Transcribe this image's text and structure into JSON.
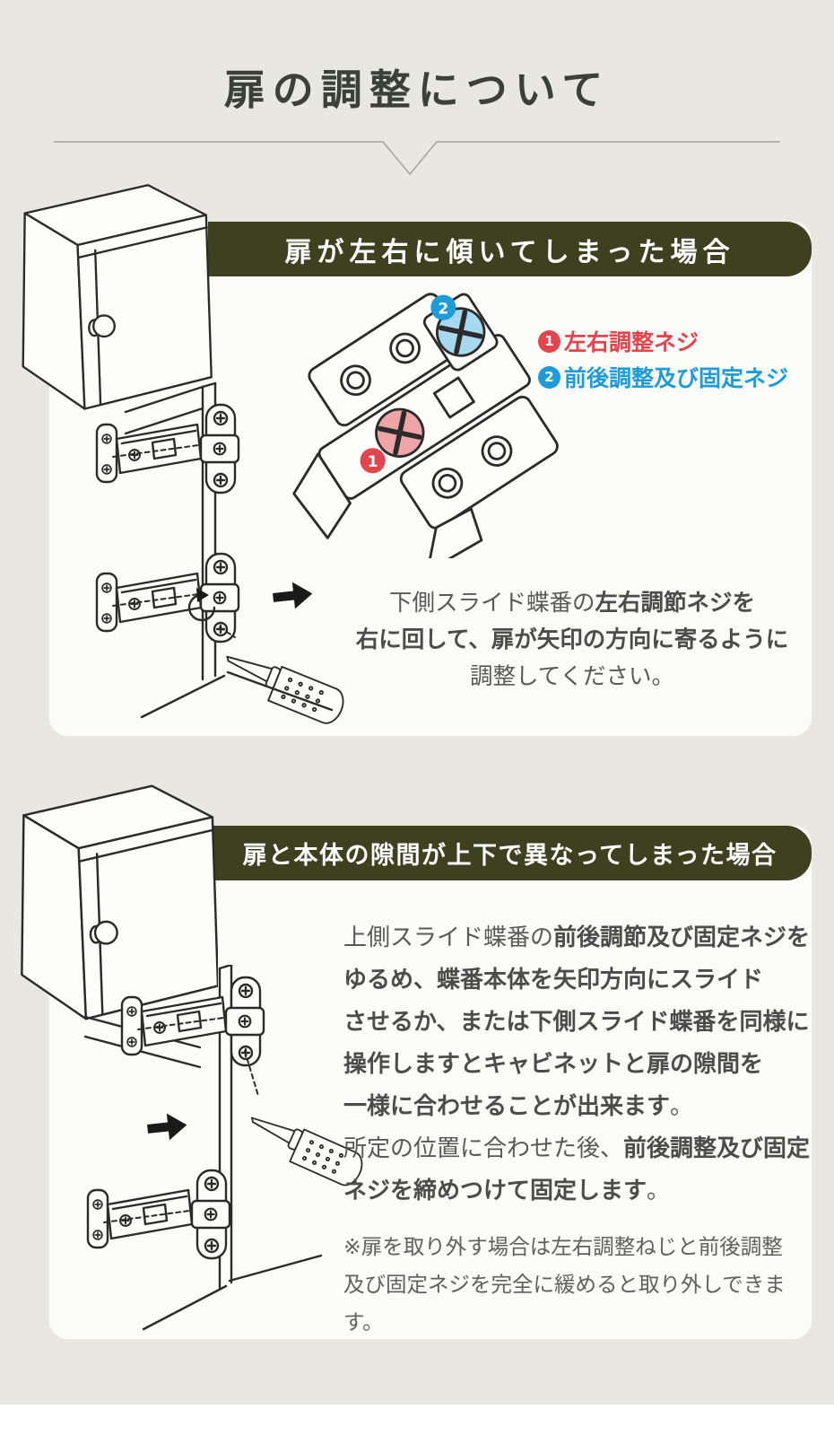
{
  "page": {
    "title": "扉の調整について",
    "bg_color": "#e8e7e1",
    "card_color": "#fbfbf8",
    "banner_color": "#3d411f"
  },
  "colors": {
    "red": "#e2454d",
    "red_light": "#efa4a8",
    "blue": "#1f9cd8",
    "blue_light": "#a6d8f0",
    "line": "#2b2b2b",
    "text": "#595959"
  },
  "section1": {
    "banner": "扉が左右に傾いてしまった場合",
    "legend": {
      "item1_num": "1",
      "item1_label": "左右調整ネジ",
      "item2_num": "2",
      "item2_label": "前後調整及び固定ネジ"
    },
    "para": {
      "l1_normal": "下側スライド蝶番の",
      "l1_bold": "左右調節ネジを",
      "l2_bold": "右に回して、扉が矢印の方向に寄るように",
      "l3_normal": "調整してください。"
    }
  },
  "section2": {
    "banner": "扉と本体の隙間が上下で異なってしまった場合",
    "para": {
      "l1_normal": "上側スライド蝶番の",
      "l1_bold": "前後調節及び固定ネジを",
      "l2_bold": "ゆるめ、蝶番本体を矢印方向にスライド",
      "l3_bold": "させるか、または下側スライド蝶番を同様に",
      "l4_bold": "操作しますとキャビネットと扉の隙間を",
      "l5_bold": "一様に合わせることが出来ます",
      "l5_normal": "。",
      "l6_normal": "所定の位置に合わせた後、",
      "l6_bold": "前後調整及び固定",
      "l7_bold": "ネジを締めつけて固定します",
      "l7_normal": "。"
    },
    "note": {
      "l1": "※扉を取り外す場合は左右調整ねじと前後調整",
      "l2": "及び固定ネジを完全に緩めると取り外しできます。"
    }
  }
}
